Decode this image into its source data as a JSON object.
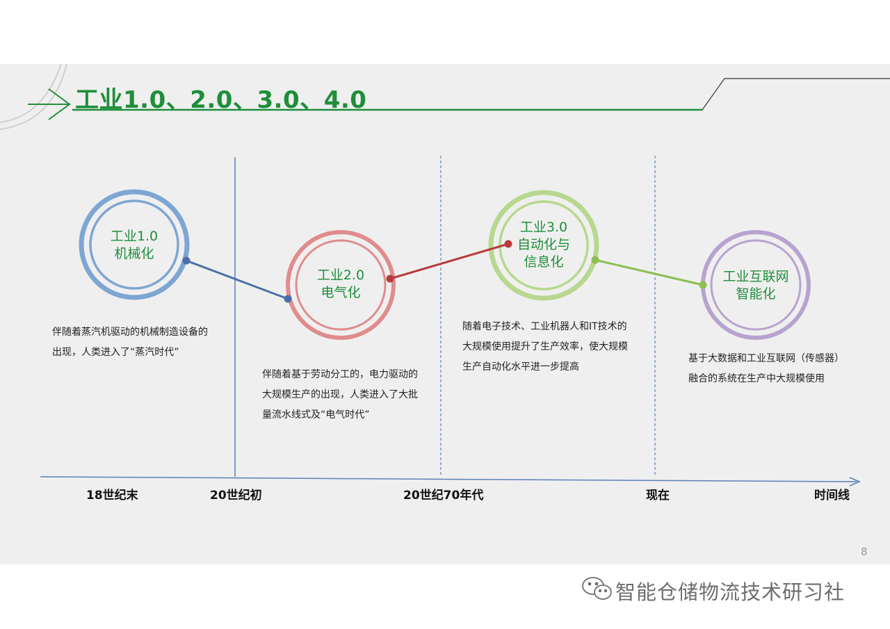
{
  "colors": {
    "title": "#1f8e3a",
    "stage1": "#7ea6d3",
    "stage2": "#e08c8c",
    "stage3": "#b7d88f",
    "stage4": "#b7a3cf",
    "connector1": "#4a6fa8",
    "connector2": "#b83b3b",
    "connector3": "#8cbf4f",
    "axis": "#5b7fb8"
  },
  "title": "工业1.0、2.0、3.0、4.0",
  "stages": [
    {
      "line1": "工业1.0",
      "line2": "机械化",
      "line3": "",
      "desc": "伴随着蒸汽机驱动的机械制造设备的出现，人类进入了“蒸汽时代”"
    },
    {
      "line1": "工业2.0",
      "line2": "电气化",
      "line3": "",
      "desc": "伴随着基于劳动分工的，电力驱动的大规模生产的出现，人类进入了大批量流水线式及“电气时代”"
    },
    {
      "line1": "工业3.0",
      "line2": "自动化与",
      "line3": "信息化",
      "desc": "随着电子技术、工业机器人和IT技术的大规模使用提升了生产效率，使大规模生产自动化水平进一步提高"
    },
    {
      "line1": "工业互联网",
      "line2": "智能化",
      "line3": "",
      "desc": "基于大数据和工业互联网（传感器）融合的系统在生产中大规模使用"
    }
  ],
  "timeline": [
    "18世纪末",
    "20世纪初",
    "20世纪70年代",
    "现在",
    "时间线"
  ],
  "page_number": "8",
  "watermark": {
    "icon": "wechat-icon",
    "text": "智能仓储物流技术研习社"
  }
}
